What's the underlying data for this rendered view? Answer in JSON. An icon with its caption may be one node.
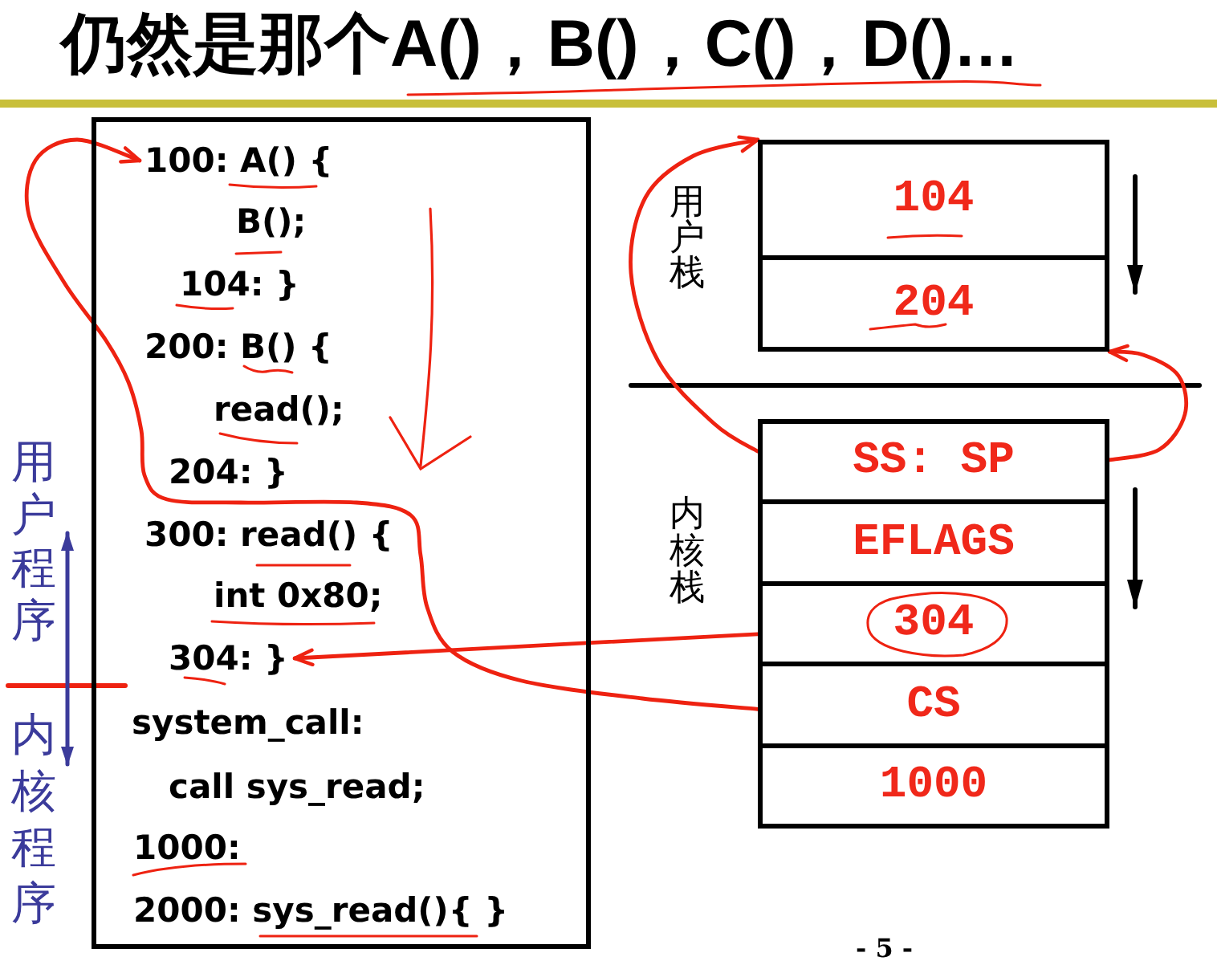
{
  "diagram": {
    "title": "仍然是那个A()，B()，C()，D()…",
    "nodes": [
      {
        "text": [],
        "shape": "box"
      },
      {
        "text": [
          "100: A() {"
        ],
        "in": 0
      },
      {
        "text": [
          "B();"
        ],
        "in": 0
      },
      {
        "text": [
          "104: }"
        ],
        "in": 0
      },
      {
        "text": [
          "200: B() {"
        ],
        "in": 0
      },
      {
        "text": [
          "read();"
        ],
        "in": 0
      },
      {
        "text": [
          "204: }"
        ],
        "in": 0
      },
      {
        "text": [
          "300: read() {"
        ],
        "in": 0
      },
      {
        "text": [
          "int 0x80;"
        ],
        "in": 0
      },
      {
        "text": [
          "304: }"
        ],
        "in": 0
      },
      {
        "text": [
          "system_call:"
        ],
        "in": 0
      },
      {
        "text": [
          "call sys_read;"
        ],
        "in": 0
      },
      {
        "text": [
          "1000:"
        ],
        "in": 0
      },
      {
        "text": [
          "2000: sys_read(){ }"
        ],
        "in": 0
      },
      {
        "text": [
          "104"
        ]
      },
      {
        "text": [
          "204"
        ]
      },
      {
        "text": [
          "SS: SP"
        ]
      },
      {
        "text": [
          "EFLAGS"
        ]
      },
      {
        "text": [
          "304"
        ]
      },
      {
        "text": [
          "CS"
        ]
      },
      {
        "text": [
          "1000"
        ]
      }
    ],
    "edges": [
      {
        "from": 16,
        "to": 14,
        "arrow": "to"
      },
      {
        "from": 16,
        "to": 15,
        "arrow": "to"
      },
      {
        "from": 18,
        "to": 9,
        "arrow": "to"
      },
      {
        "from": 19,
        "to": 1,
        "arrow": "to"
      }
    ],
    "labels": [
      "用户栈",
      "用户程序",
      "内核栈",
      "内核程序",
      "- 5 -"
    ]
  }
}
